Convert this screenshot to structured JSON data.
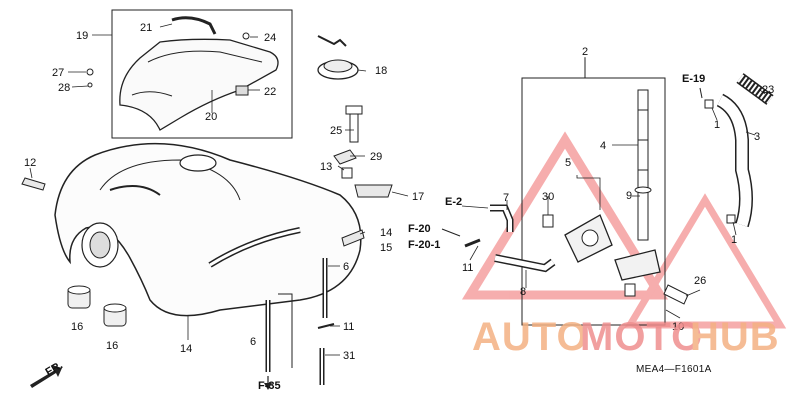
{
  "callouts": {
    "c1a": "1",
    "c1b": "1",
    "c2": "2",
    "c3": "3",
    "c4": "4",
    "c5": "5",
    "c6a": "6",
    "c6b": "6",
    "c7": "7",
    "c8": "8",
    "c9": "9",
    "c10": "10",
    "c11a": "11",
    "c11b": "11",
    "c12": "12",
    "c13": "13",
    "c14a": "14",
    "c14b": "14",
    "c15": "15",
    "c16a": "16",
    "c16b": "16",
    "c17": "17",
    "c18": "18",
    "c19": "19",
    "c20": "20",
    "c21": "21",
    "c22": "22",
    "c23": "23",
    "c24": "24",
    "c25": "25",
    "c26": "26",
    "c27": "27",
    "c28": "28",
    "c29": "29",
    "c30": "30",
    "c31": "31"
  },
  "references": {
    "e19": "E-19",
    "e2": "E-2",
    "f20": "F-20",
    "f20_1": "F-20-1",
    "f35": "F-35"
  },
  "direction_label": "FR.",
  "diagram_code": "MEA4—F1601A",
  "watermark": {
    "auto": "AUTO",
    "moto": "MOTO",
    "hub": "HUB",
    "auto_color": "#f4b183",
    "moto_color": "#ef8f8f",
    "hub_color": "#f4b183",
    "triangle_color": "#ef6b6b"
  }
}
